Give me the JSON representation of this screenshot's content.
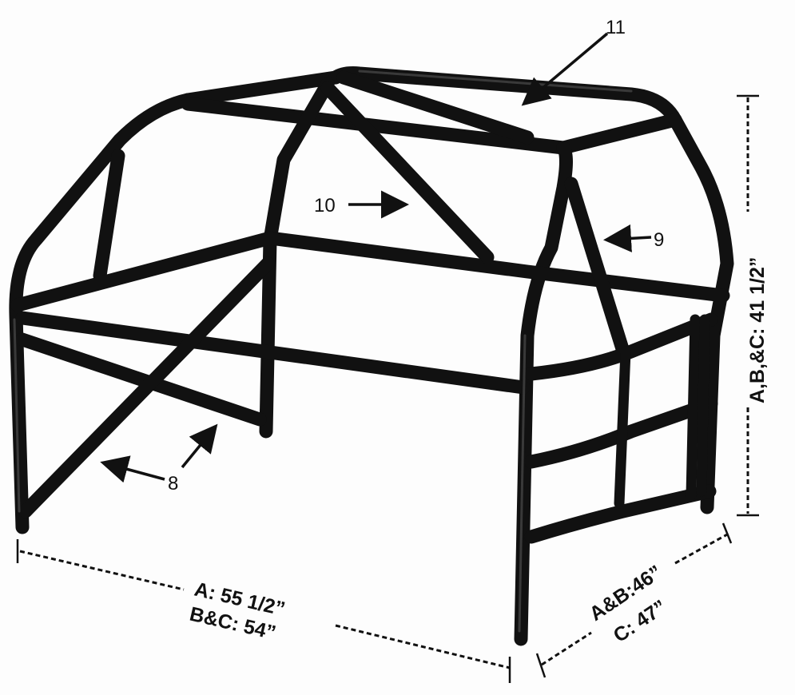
{
  "callouts": {
    "c8": "8",
    "c9": "9",
    "c10": "10",
    "c11": "11"
  },
  "dimensions": {
    "length_a": "A: 55 1/2”",
    "length_bc": "B&C: 54”",
    "width_ab": "A&B:46”",
    "width_c": "C: 47”",
    "height_abc": "A,B,&C: 41 1/2”"
  }
}
